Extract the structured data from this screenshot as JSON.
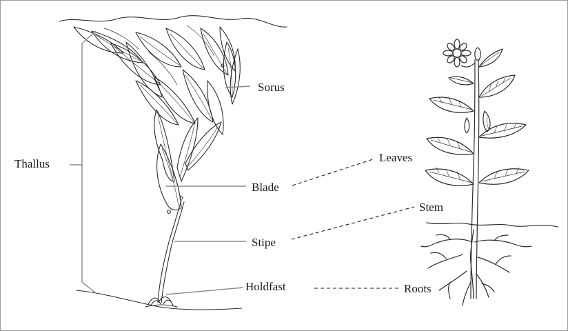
{
  "labels": {
    "thallus": "Thallus",
    "sorus": "Sorus",
    "blade": "Blade",
    "stipe": "Stipe",
    "holdfast": "Holdfast",
    "leaves": "Leaves",
    "stem": "Stem",
    "roots": "Roots"
  },
  "colors": {
    "ink": "#1a1a1a",
    "leader": "#8a8a8a",
    "frame": "#9a9a9a"
  }
}
